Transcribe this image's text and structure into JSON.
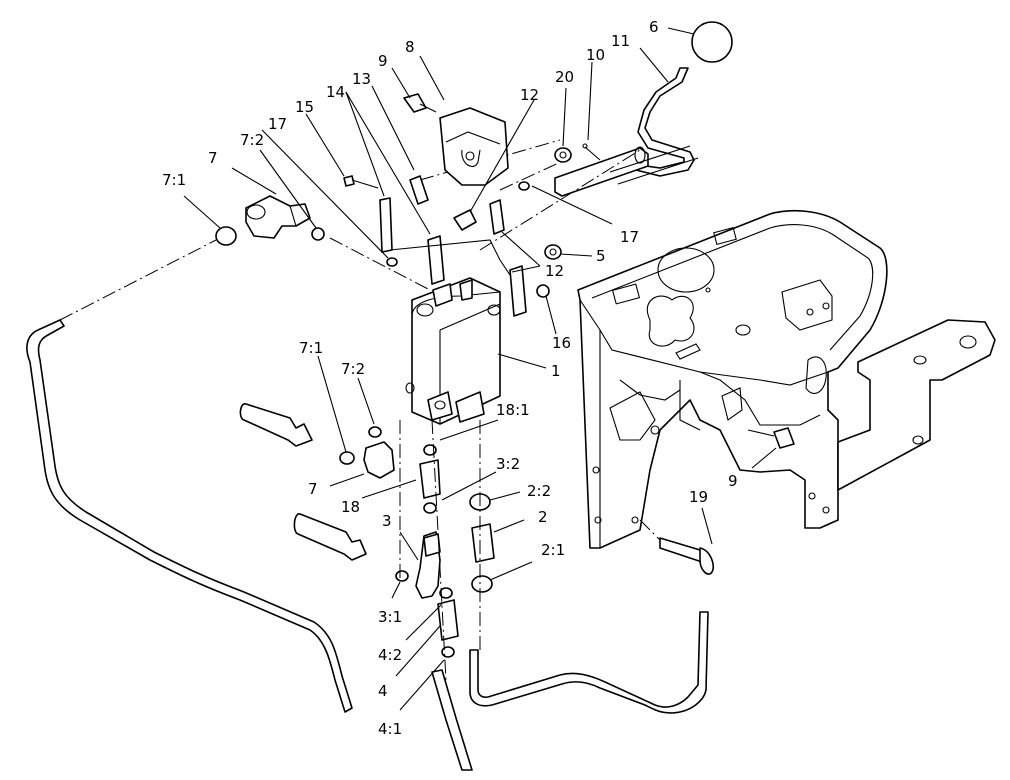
{
  "diagram": {
    "callouts": [
      "6",
      "11",
      "8",
      "9",
      "20",
      "10",
      "13",
      "14",
      "12",
      "15",
      "17",
      "7:2",
      "7",
      "7:1",
      "17",
      "5",
      "12",
      "16",
      "1",
      "7:1",
      "7:2",
      "18:1",
      "3:2",
      "2:2",
      "2",
      "7",
      "18",
      "3",
      "2:1",
      "9",
      "19",
      "3:1",
      "4:2",
      "4",
      "4:1"
    ]
  }
}
